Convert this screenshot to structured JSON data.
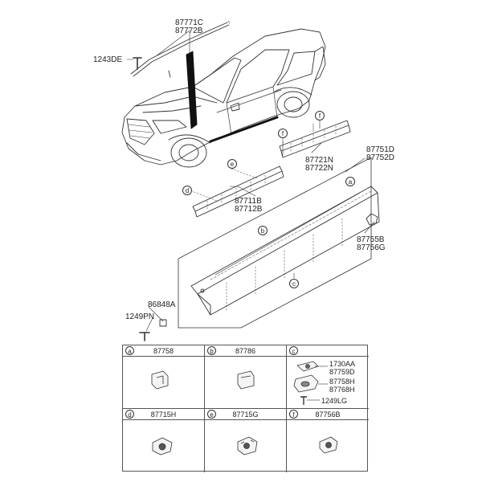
{
  "labels": {
    "pn_87771C": "87771C",
    "pn_87772B": "87772B",
    "pn_1243DE": "1243DE",
    "pn_87751D": "87751D",
    "pn_87752D": "87752D",
    "pn_87721N": "87721N",
    "pn_87722N": "87722N",
    "pn_87711B": "87711B",
    "pn_87712B": "87712B",
    "pn_87755B": "87755B",
    "pn_87756G": "87756G",
    "pn_86848A": "86848A",
    "pn_1249PN": "1249PN"
  },
  "callouts": {
    "a": "a",
    "b": "b",
    "c": "c",
    "d": "d",
    "e": "e",
    "f": "f"
  },
  "table": {
    "cells": [
      {
        "letter": "a",
        "part": "87758"
      },
      {
        "letter": "b",
        "part": "87786"
      },
      {
        "letter": "c",
        "part": "",
        "sub": [
          "1730AA",
          "87759D",
          "87758H",
          "87768H",
          "1249LG"
        ]
      },
      {
        "letter": "d",
        "part": "87715H"
      },
      {
        "letter": "e",
        "part": "87715G"
      },
      {
        "letter": "f",
        "part": "87756B"
      }
    ]
  }
}
